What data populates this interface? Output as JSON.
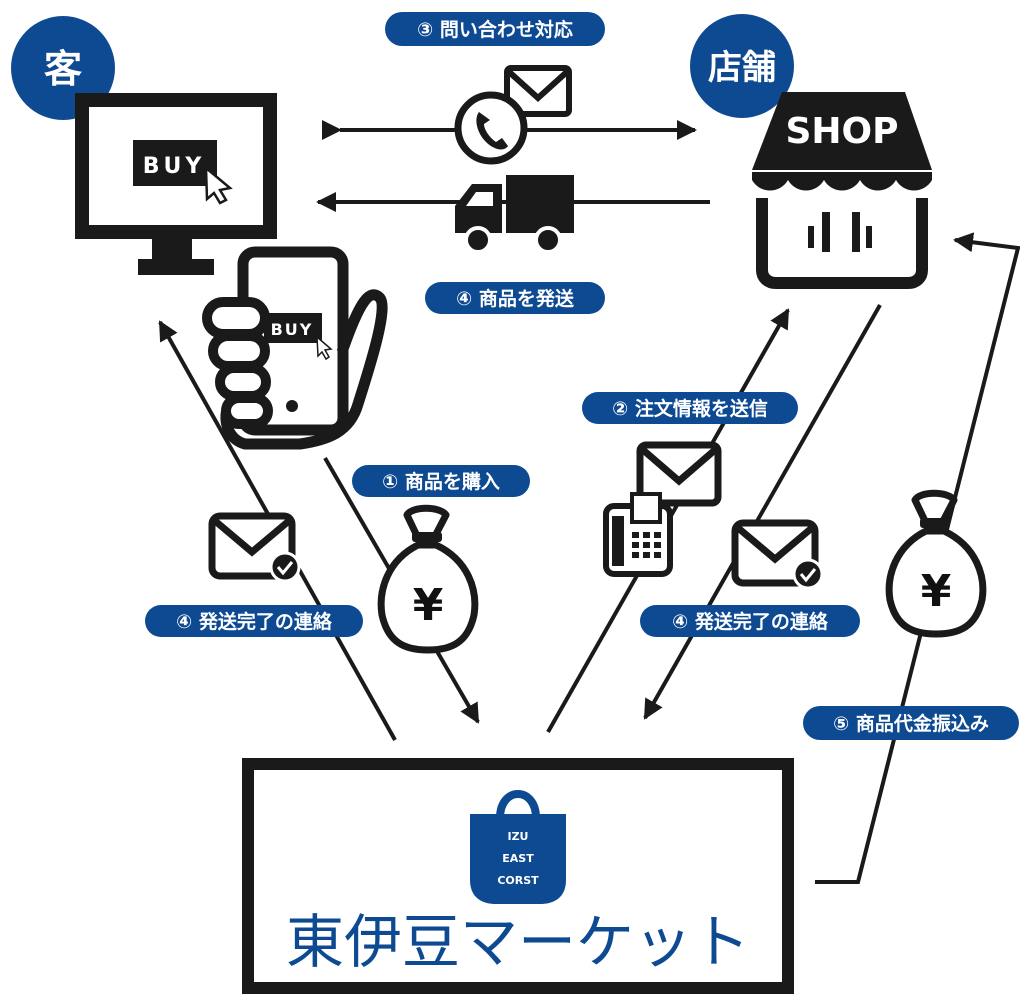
{
  "colors": {
    "accent": "#0e4a92",
    "ink": "#1a1a1a",
    "background": "#ffffff"
  },
  "actors": {
    "customer": "客",
    "store": "店舗"
  },
  "icons": {
    "monitor_button": "BUY",
    "phone_button": "BUY",
    "shop_sign": "SHOP",
    "yen_symbol": "¥",
    "logo_line1": "IZU",
    "logo_line2": "EAST",
    "logo_line3": "CORST"
  },
  "steps": {
    "purchase": "① 商品を購入",
    "send_order": "② 注文情報を送信",
    "inquiry": "③ 問い合わせ対応",
    "ship": "④ 商品を発送",
    "notify_customer": "④ 発送完了の連絡",
    "notify_market": "④ 発送完了の連絡",
    "transfer": "⑤ 商品代金振込み"
  },
  "market": {
    "name": "東伊豆マーケット"
  }
}
